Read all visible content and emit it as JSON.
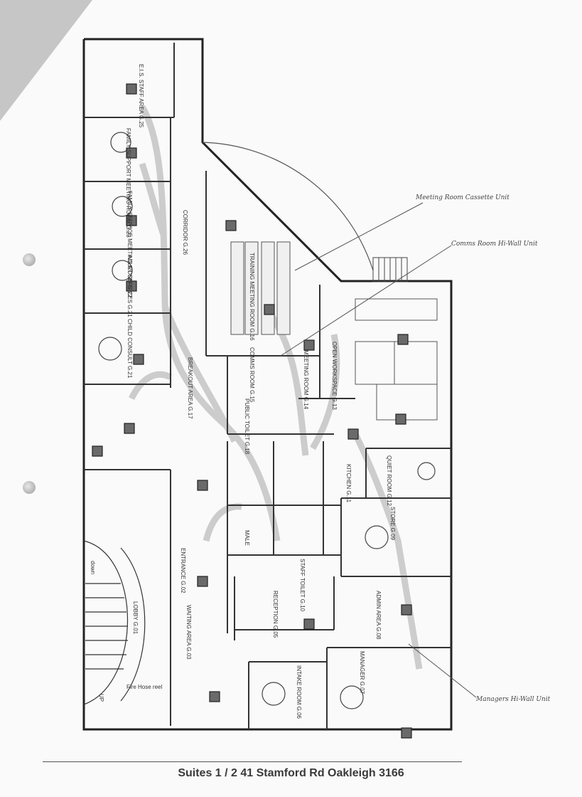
{
  "title": "Suites 1 / 2  41 Stamford Rd Oakleigh 3166",
  "rooms": {
    "eis_staff": "E.I.S. STAFF AREA G.25",
    "corridor": "CORRIDOR G.26",
    "family_support": "FAMILY SUPPORT MEETING ROOM G.23",
    "family_service": "FAMILY SERVICE MEETING ROOM G.22",
    "adult_svc": "ADULT SERVICES G.21",
    "child_consult": "CHILD CONSULT G.21",
    "training": "TRAINING MEETING ROOM G.16",
    "comms": "COMMS ROOM G.15",
    "meeting": "MEETING ROOM G.14",
    "open_workspace": "OPEN WORKSPACE G.13",
    "breakout": "BREAKOUT AREA G.17",
    "public_toilet": "PUBLIC TOILET G.18",
    "kitchen": "KITCHEN G.11",
    "quiet_room": "QUIET ROOM G.12",
    "store": "STORE G.09",
    "staff_toilet": "STAFF TOILET G.10",
    "male": "MALE",
    "lobby": "LOBBY G.01",
    "entrance": "ENTRANCE G.02",
    "waiting": "WAITING AREA G.03",
    "reception": "RECEPTION G.05",
    "admin": "ADMIN AREA G.08",
    "intake": "INTAKE ROOM G.06",
    "manager": "MANAGER G.07",
    "down": "down",
    "up": "UP"
  },
  "notes": {
    "meeting_room": "Meeting Room Cassette Unit",
    "comms_room": "Comms Room Hi-Wall Unit",
    "managers": "Managers Hi-Wall Unit",
    "fire_hose": "Fire Hose reel"
  }
}
